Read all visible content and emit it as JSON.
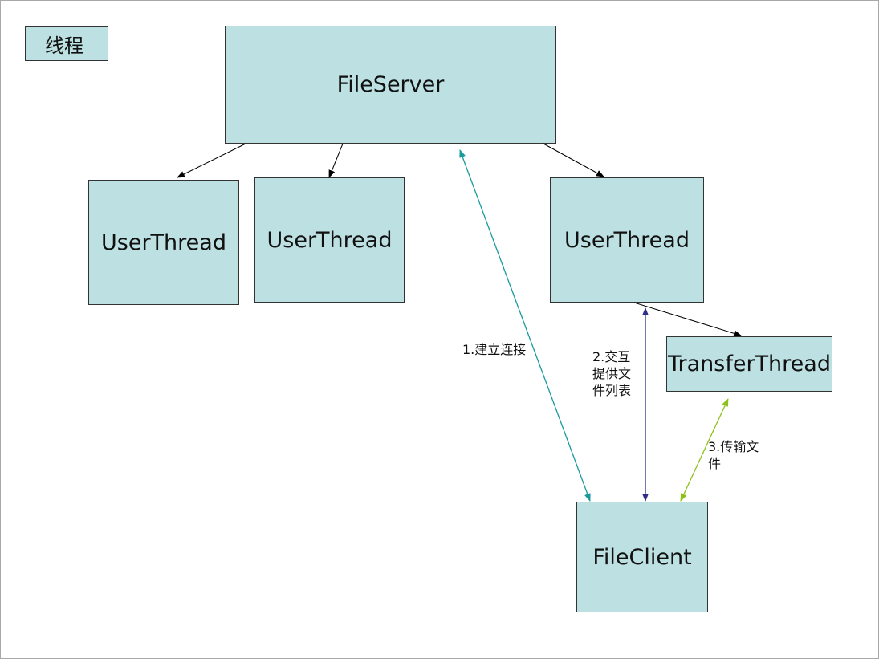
{
  "legend": "线程",
  "nodes": {
    "server": "FileServer",
    "user_thread_1": "UserThread",
    "user_thread_2": "UserThread",
    "user_thread_3": "UserThread",
    "transfer_thread": "TransferThread",
    "client": "FileClient"
  },
  "labels": {
    "step1": "1.建立连接",
    "step2": "2.交互提供文件列表",
    "step3": "3.传输文件"
  },
  "colors": {
    "box_fill": "#bde0e2",
    "arrow_default": "#000000",
    "arrow_step1": "#1a9a9c",
    "arrow_step2": "#2e2e8a",
    "arrow_step3": "#8cc11a"
  }
}
